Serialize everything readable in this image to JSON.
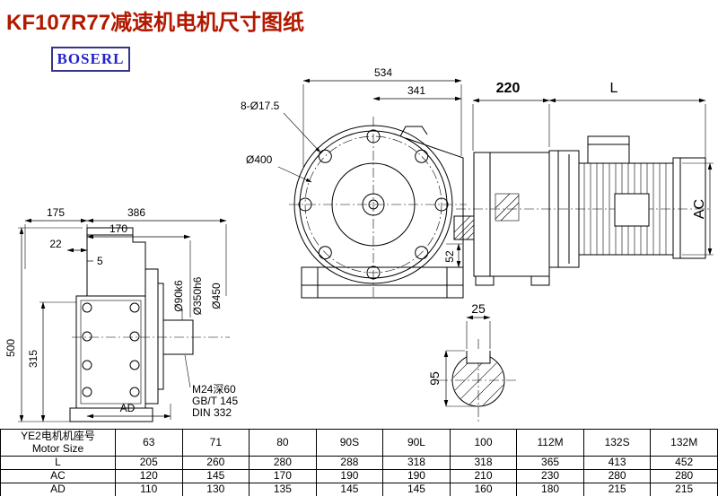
{
  "colors": {
    "title-color": "#b21800",
    "logo-border": "#343488",
    "logo-text": "#2222cc"
  },
  "header": {
    "title": "KF107R77减速机电机尺寸图纸",
    "logo": "BOSERL"
  },
  "front_view": {
    "width_total": "534",
    "width_341": "341",
    "bolt_holes": "8-Ø17.5",
    "pcd": "Ø400",
    "foot_height": "52"
  },
  "side_view": {
    "dim_220": "220",
    "dim_l": "L",
    "dim_ac": "AC"
  },
  "left_view": {
    "dim_175": "175",
    "dim_386": "386",
    "dim_170": "170",
    "dim_22": "22",
    "dim_5": "5",
    "dim_500": "500",
    "dim_315": "315",
    "shaft_dia": "Ø90k6",
    "spigot_dia": "Ø350h6",
    "flange_dia": "Ø450",
    "dim_ad": "AD",
    "tap": "M24深60",
    "std1": "GB/T 145",
    "std2": "DIN 332"
  },
  "shaft_section": {
    "key_width": "25",
    "height": "95"
  },
  "table": {
    "size_label_cn": "YE2电机机座号",
    "size_label_en": "Motor Size",
    "columns": [
      "63",
      "71",
      "80",
      "90S",
      "90L",
      "100",
      "112M",
      "132S",
      "132M"
    ],
    "rows": [
      {
        "label": "L",
        "values": [
          "205",
          "260",
          "280",
          "288",
          "318",
          "318",
          "365",
          "413",
          "452"
        ]
      },
      {
        "label": "AC",
        "values": [
          "120",
          "145",
          "170",
          "190",
          "190",
          "210",
          "230",
          "280",
          "280"
        ]
      },
      {
        "label": "AD",
        "values": [
          "110",
          "130",
          "135",
          "145",
          "145",
          "160",
          "180",
          "215",
          "215"
        ]
      }
    ]
  }
}
